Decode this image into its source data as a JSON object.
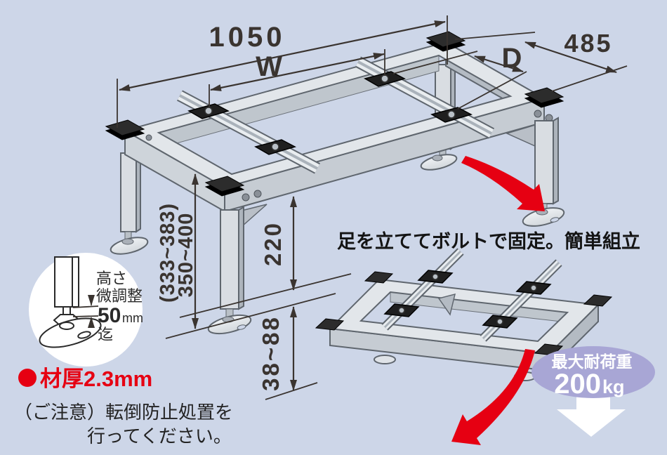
{
  "illustration": {
    "dimensions": {
      "total_width": "1050",
      "unit_width_label": "W",
      "total_depth": "485",
      "unit_depth_label": "D",
      "leg_length": "220",
      "overall_height_paren": "(333~383)",
      "overall_height": "350~400",
      "foot_adjust_range": "38~88"
    },
    "inset": {
      "caption_line1": "高さ",
      "caption_line2": "微調整",
      "caption_value": "50",
      "caption_unit": "mm",
      "caption_line3": "迄"
    },
    "material_note": "材厚2.3mm",
    "caution_line1": "（ご注意）転倒防止処置を",
    "caution_line2": "行ってください。",
    "assembly_note": "足を立ててボルトで固定。簡単組立",
    "load_badge": {
      "title": "最大耐荷重",
      "value": "200",
      "unit": "kg"
    },
    "colors": {
      "background": "#cdd6e8",
      "accent_red": "#e60012",
      "badge_purple": "#a8a6d5",
      "line": "#3a3430"
    }
  }
}
